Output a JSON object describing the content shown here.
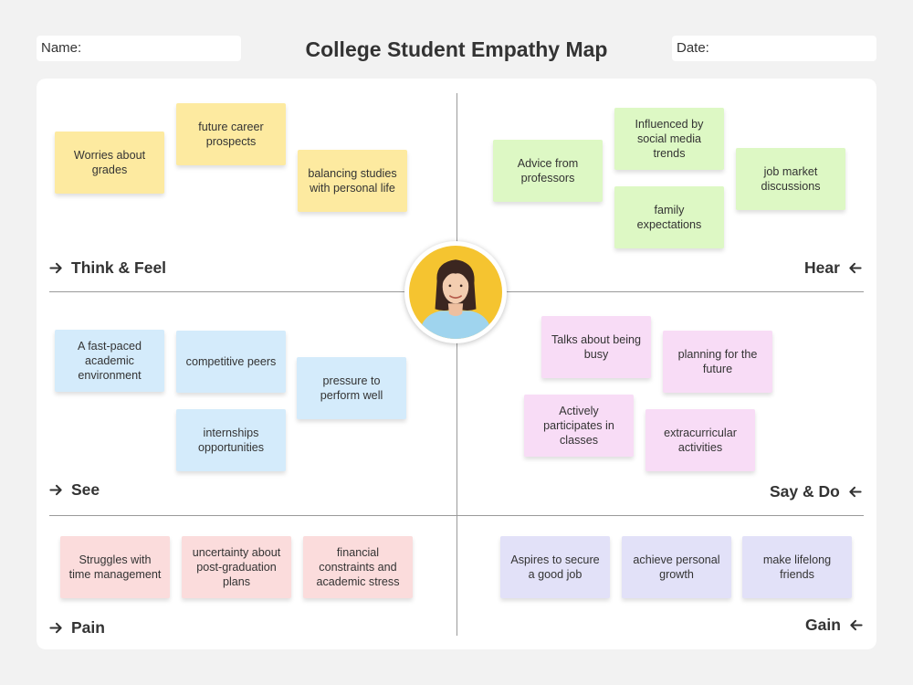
{
  "header": {
    "name_label": "Name:",
    "title": "College Student Empathy Map",
    "date_label": "Date:"
  },
  "quadrants": {
    "think_feel": {
      "label": "Think & Feel",
      "notes": [
        "Worries about grades",
        "future career prospects",
        "balancing studies with personal life"
      ]
    },
    "hear": {
      "label": "Hear",
      "notes": [
        "Advice from professors",
        "Influenced by social media trends",
        "family expectations",
        "job market discussions"
      ]
    },
    "see": {
      "label": "See",
      "notes": [
        "A fast-paced academic environment",
        "competitive peers",
        "pressure to perform well",
        "internships opportunities"
      ]
    },
    "say_do": {
      "label": "Say & Do",
      "notes": [
        "Talks about being busy",
        "planning for the future",
        "Actively participates in classes",
        "extracurricular activities"
      ]
    },
    "pain": {
      "label": "Pain",
      "notes": [
        "Struggles with time management",
        "uncertainty about post-graduation plans",
        "financial constraints and academic stress"
      ]
    },
    "gain": {
      "label": "Gain",
      "notes": [
        "Aspires to secure a good job",
        "achieve personal growth",
        "make lifelong friends"
      ]
    }
  },
  "icons": {
    "arrow_right": "arrow-right-icon",
    "arrow_left": "arrow-left-icon"
  },
  "colors": {
    "think_feel": "#fdeaa0",
    "hear": "#ddf8c4",
    "see": "#d4ebfb",
    "say_do": "#f8dcf6",
    "pain": "#fbdcdc",
    "gain": "#e2e1f8",
    "avatar_background": "#f5c430"
  }
}
